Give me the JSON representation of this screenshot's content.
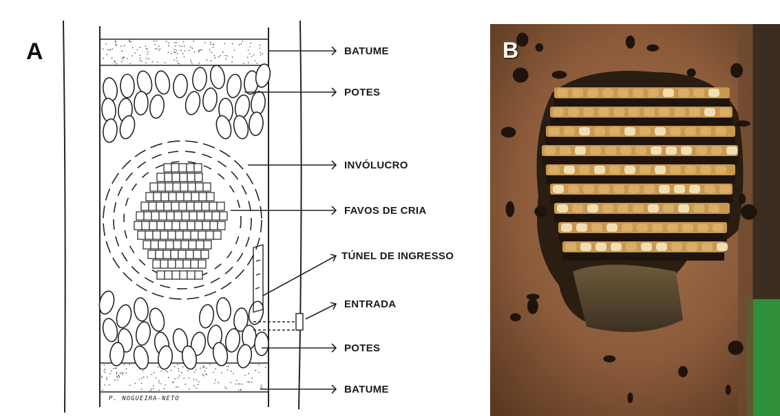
{
  "panels": {
    "a_letter": "A",
    "b_letter": "B"
  },
  "labels": [
    {
      "key": "batume_top",
      "text": "BATUME"
    },
    {
      "key": "potes_top",
      "text": "POTES"
    },
    {
      "key": "involucro",
      "text": "INVÓLUCRO"
    },
    {
      "key": "favos",
      "text": "FAVOS DE CRIA"
    },
    {
      "key": "tunel",
      "text": "TÚNEL DE INGRESSO"
    },
    {
      "key": "entrada",
      "text": "ENTRADA"
    },
    {
      "key": "potes_bottom",
      "text": "POTES"
    },
    {
      "key": "batume_bottom",
      "text": "BATUME"
    }
  ],
  "signature": "P. NOGUEIRA-NETO",
  "colors": {
    "ink": "#1a1a1a",
    "photo_wax": "#8a5a3a",
    "photo_dark": "#2a1d12",
    "cell_cream": "#e8c98c",
    "wood_green": "#2f8f3a"
  }
}
